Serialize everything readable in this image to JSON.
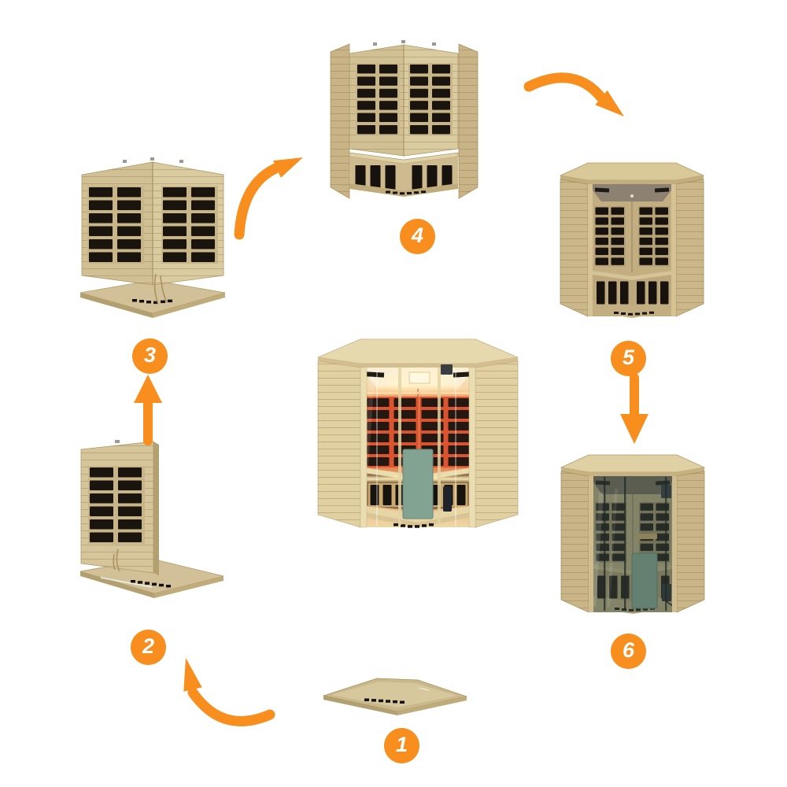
{
  "diagram": {
    "kind": "corner-infrared-sauna-assembly-steps",
    "background": "#FFFFFF"
  },
  "colors": {
    "accent": "#F78E1E",
    "wood_light": "#DACBA2",
    "wood_mid": "#C9B588",
    "wood_dark": "#AE9868",
    "heater_panel": "#1A140E",
    "glass_tint": "#3E5449",
    "door_panel_green": "#82A391",
    "interior_glow": "#DB5430",
    "led_warm": "#FFE9A8"
  },
  "steps": [
    {
      "number": "1",
      "illustration": "floor-base-panel"
    },
    {
      "number": "2",
      "illustration": "base-with-one-back-heater-wall"
    },
    {
      "number": "3",
      "illustration": "base-with-corner-back-heater-walls"
    },
    {
      "number": "4",
      "illustration": "walls-with-side-panels-and-bench"
    },
    {
      "number": "5",
      "illustration": "cabin-with-roof-installed"
    },
    {
      "number": "6",
      "illustration": "cabin-with-glass-front-and-door"
    }
  ],
  "center": {
    "illustration": "finished-sauna-lit-interior"
  },
  "arrows": [
    {
      "icon": "curved-arrow-up-left-icon",
      "from": "1",
      "to": "2"
    },
    {
      "icon": "straight-arrow-up-icon",
      "from": "2",
      "to": "3"
    },
    {
      "icon": "curved-arrow-up-right-icon",
      "from": "3",
      "to": "4"
    },
    {
      "icon": "curved-arrow-down-right-icon",
      "from": "4",
      "to": "5"
    },
    {
      "icon": "straight-arrow-down-icon",
      "from": "5",
      "to": "6"
    }
  ]
}
